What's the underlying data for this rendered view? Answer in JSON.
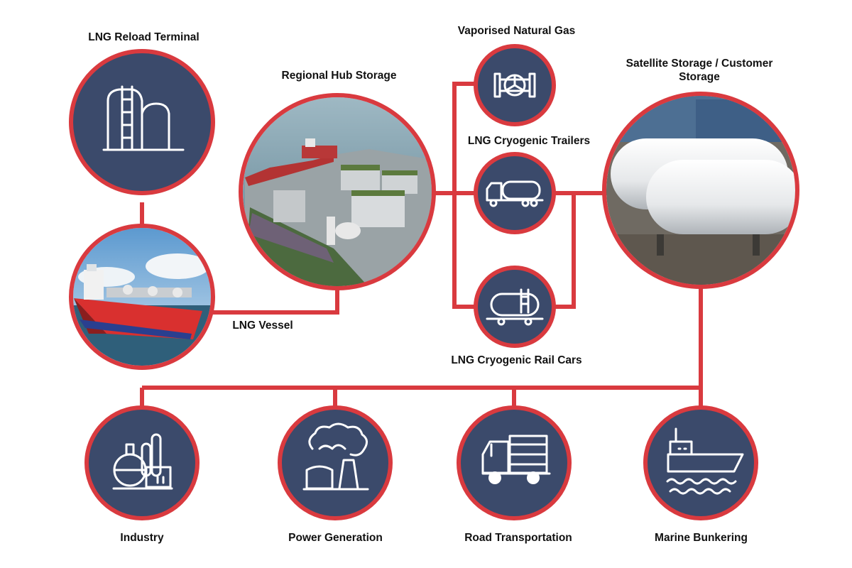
{
  "colors": {
    "accent_red": "#d93a3f",
    "node_navy": "#3b4a6b",
    "icon_white": "#ffffff",
    "label_text": "#111111"
  },
  "labels": {
    "reload_terminal": "LNG Reload Terminal",
    "regional_hub": "Regional Hub Storage",
    "vaporised_gas": "Vaporised Natural Gas",
    "cryo_trailers": "LNG Cryogenic Trailers",
    "satellite_storage_line1": "Satellite Storage / Customer",
    "satellite_storage_line2": "Storage",
    "lng_vessel": "LNG Vessel",
    "rail_cars": "LNG Cryogenic Rail Cars",
    "industry": "Industry",
    "power_generation": "Power Generation",
    "road_transportation": "Road Transportation",
    "marine_bunkering": "Marine Bunkering"
  },
  "icons": {
    "reload_terminal": "storage-tanks-icon",
    "vaporised_gas": "valve-icon",
    "cryo_trailers": "tanker-truck-icon",
    "rail_cars": "rail-tank-car-icon",
    "industry": "refinery-icon",
    "power_generation": "power-plant-icon",
    "road_transportation": "box-truck-icon",
    "marine_bunkering": "ship-icon"
  },
  "photos": {
    "regional_hub": "aerial-terminal-photo",
    "lng_vessel": "red-lng-ship-photo",
    "satellite_storage": "white-cylindrical-tanks-photo"
  }
}
